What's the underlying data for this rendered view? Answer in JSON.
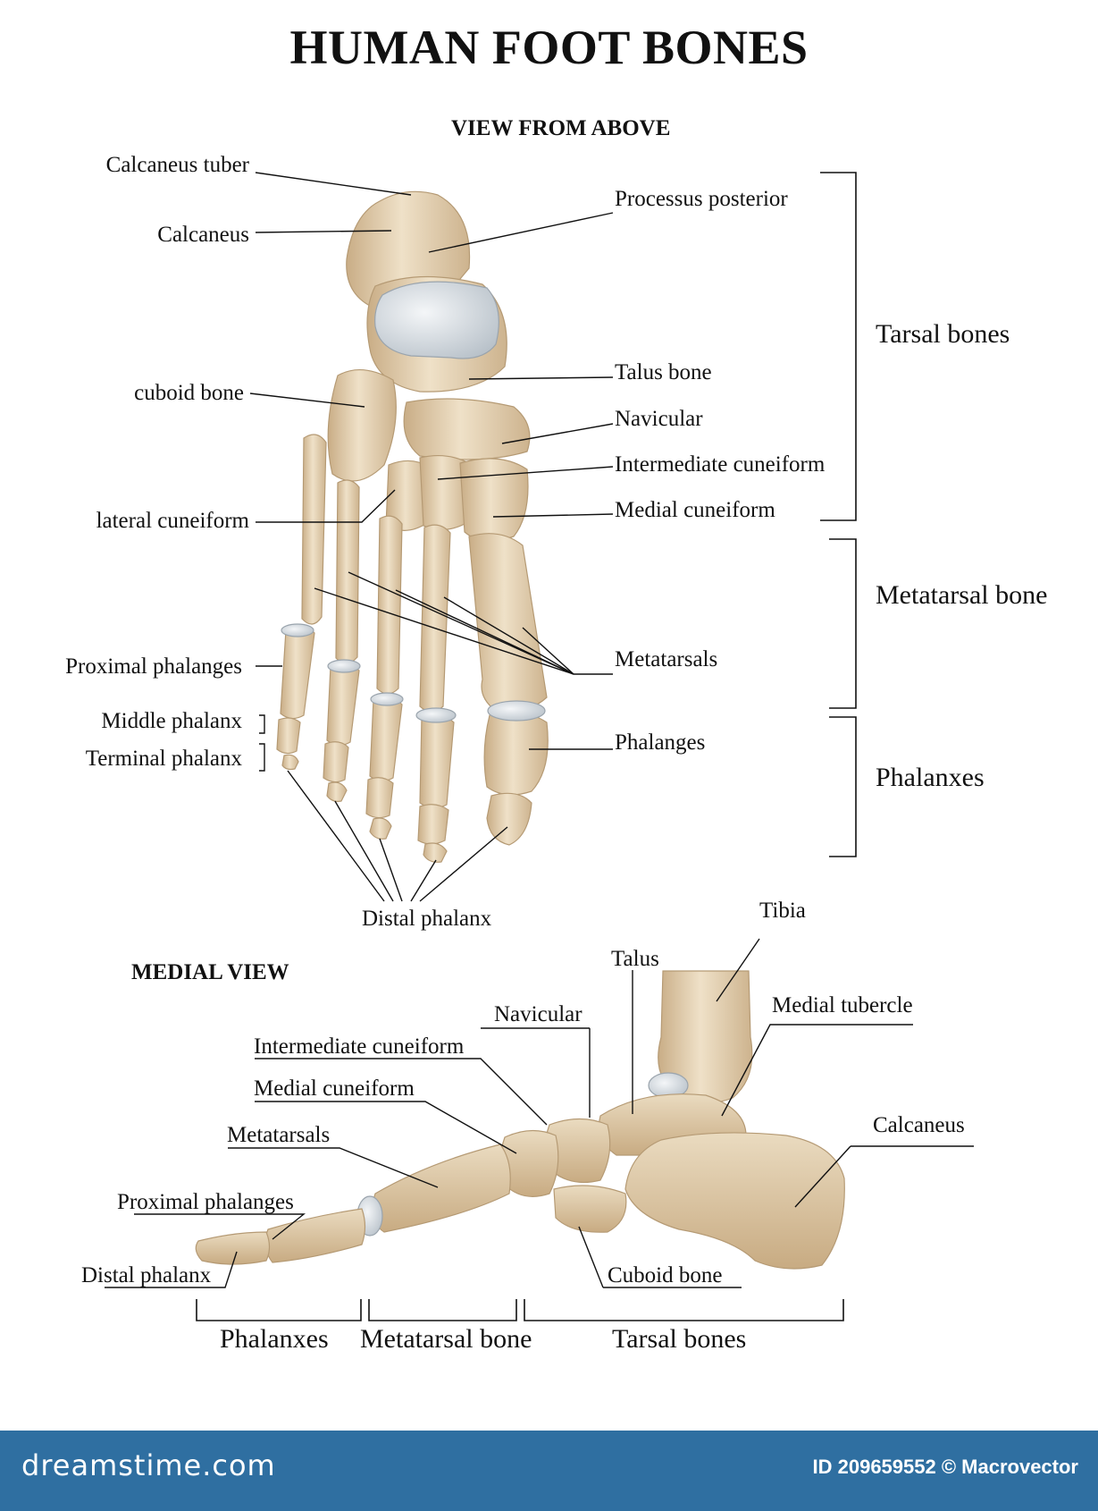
{
  "title": "HUMAN FOOT BONES",
  "top_view": {
    "heading": "VIEW FROM ABOVE",
    "labels": {
      "calcaneus_tuber": "Calcaneus tuber",
      "calcaneus": "Calcaneus",
      "cuboid_bone": "cuboid bone",
      "lateral_cuneiform": "lateral cuneiform",
      "proximal_phalanges": "Proximal phalanges",
      "middle_phalanx": "Middle phalanx",
      "terminal_phalanx": "Terminal phalanx",
      "distal_phalanx": "Distal phalanx",
      "processus_posterior": "Processus posterior",
      "talus_bone": "Talus  bone",
      "navicular": "Navicular",
      "intermediate_cuneiform": "Intermediate cuneiform",
      "medial_cuneiform": "Medial cuneiform",
      "metatarsals": "Metatarsals",
      "phalanges": "Phalanges"
    },
    "groups": {
      "tarsal": "Tarsal bones",
      "metatarsal": "Metatarsal bone",
      "phalanxes": "Phalanxes"
    }
  },
  "medial_view": {
    "heading": "MEDIAL VIEW",
    "labels": {
      "tibia": "Tibia",
      "talus": "Talus",
      "medial_tubercle": "Medial tubercle",
      "navicular": "Navicular",
      "intermediate_cuneiform": "Intermediate cuneiform",
      "medial_cuneiform": "Medial cuneiform",
      "metatarsals": "Metatarsals",
      "calcaneus": "Calcaneus",
      "proximal_phalanges": "Proximal phalanges",
      "distal_phalanx": "Distal phalanx",
      "cuboid_bone": "Cuboid bone"
    },
    "groups": {
      "phalanxes": "Phalanxes",
      "metatarsal": "Metatarsal bone",
      "tarsal": "Tarsal bones"
    }
  },
  "footer": {
    "brand": "dreamstime.com",
    "credit": "ID 209659552 © Macrovector",
    "color": "#2f6fa1"
  },
  "colors": {
    "bone": "#e8d6b8",
    "bone_shadow": "#c9ad86",
    "cartilage": "#dde3e8",
    "leader": "#111111"
  }
}
